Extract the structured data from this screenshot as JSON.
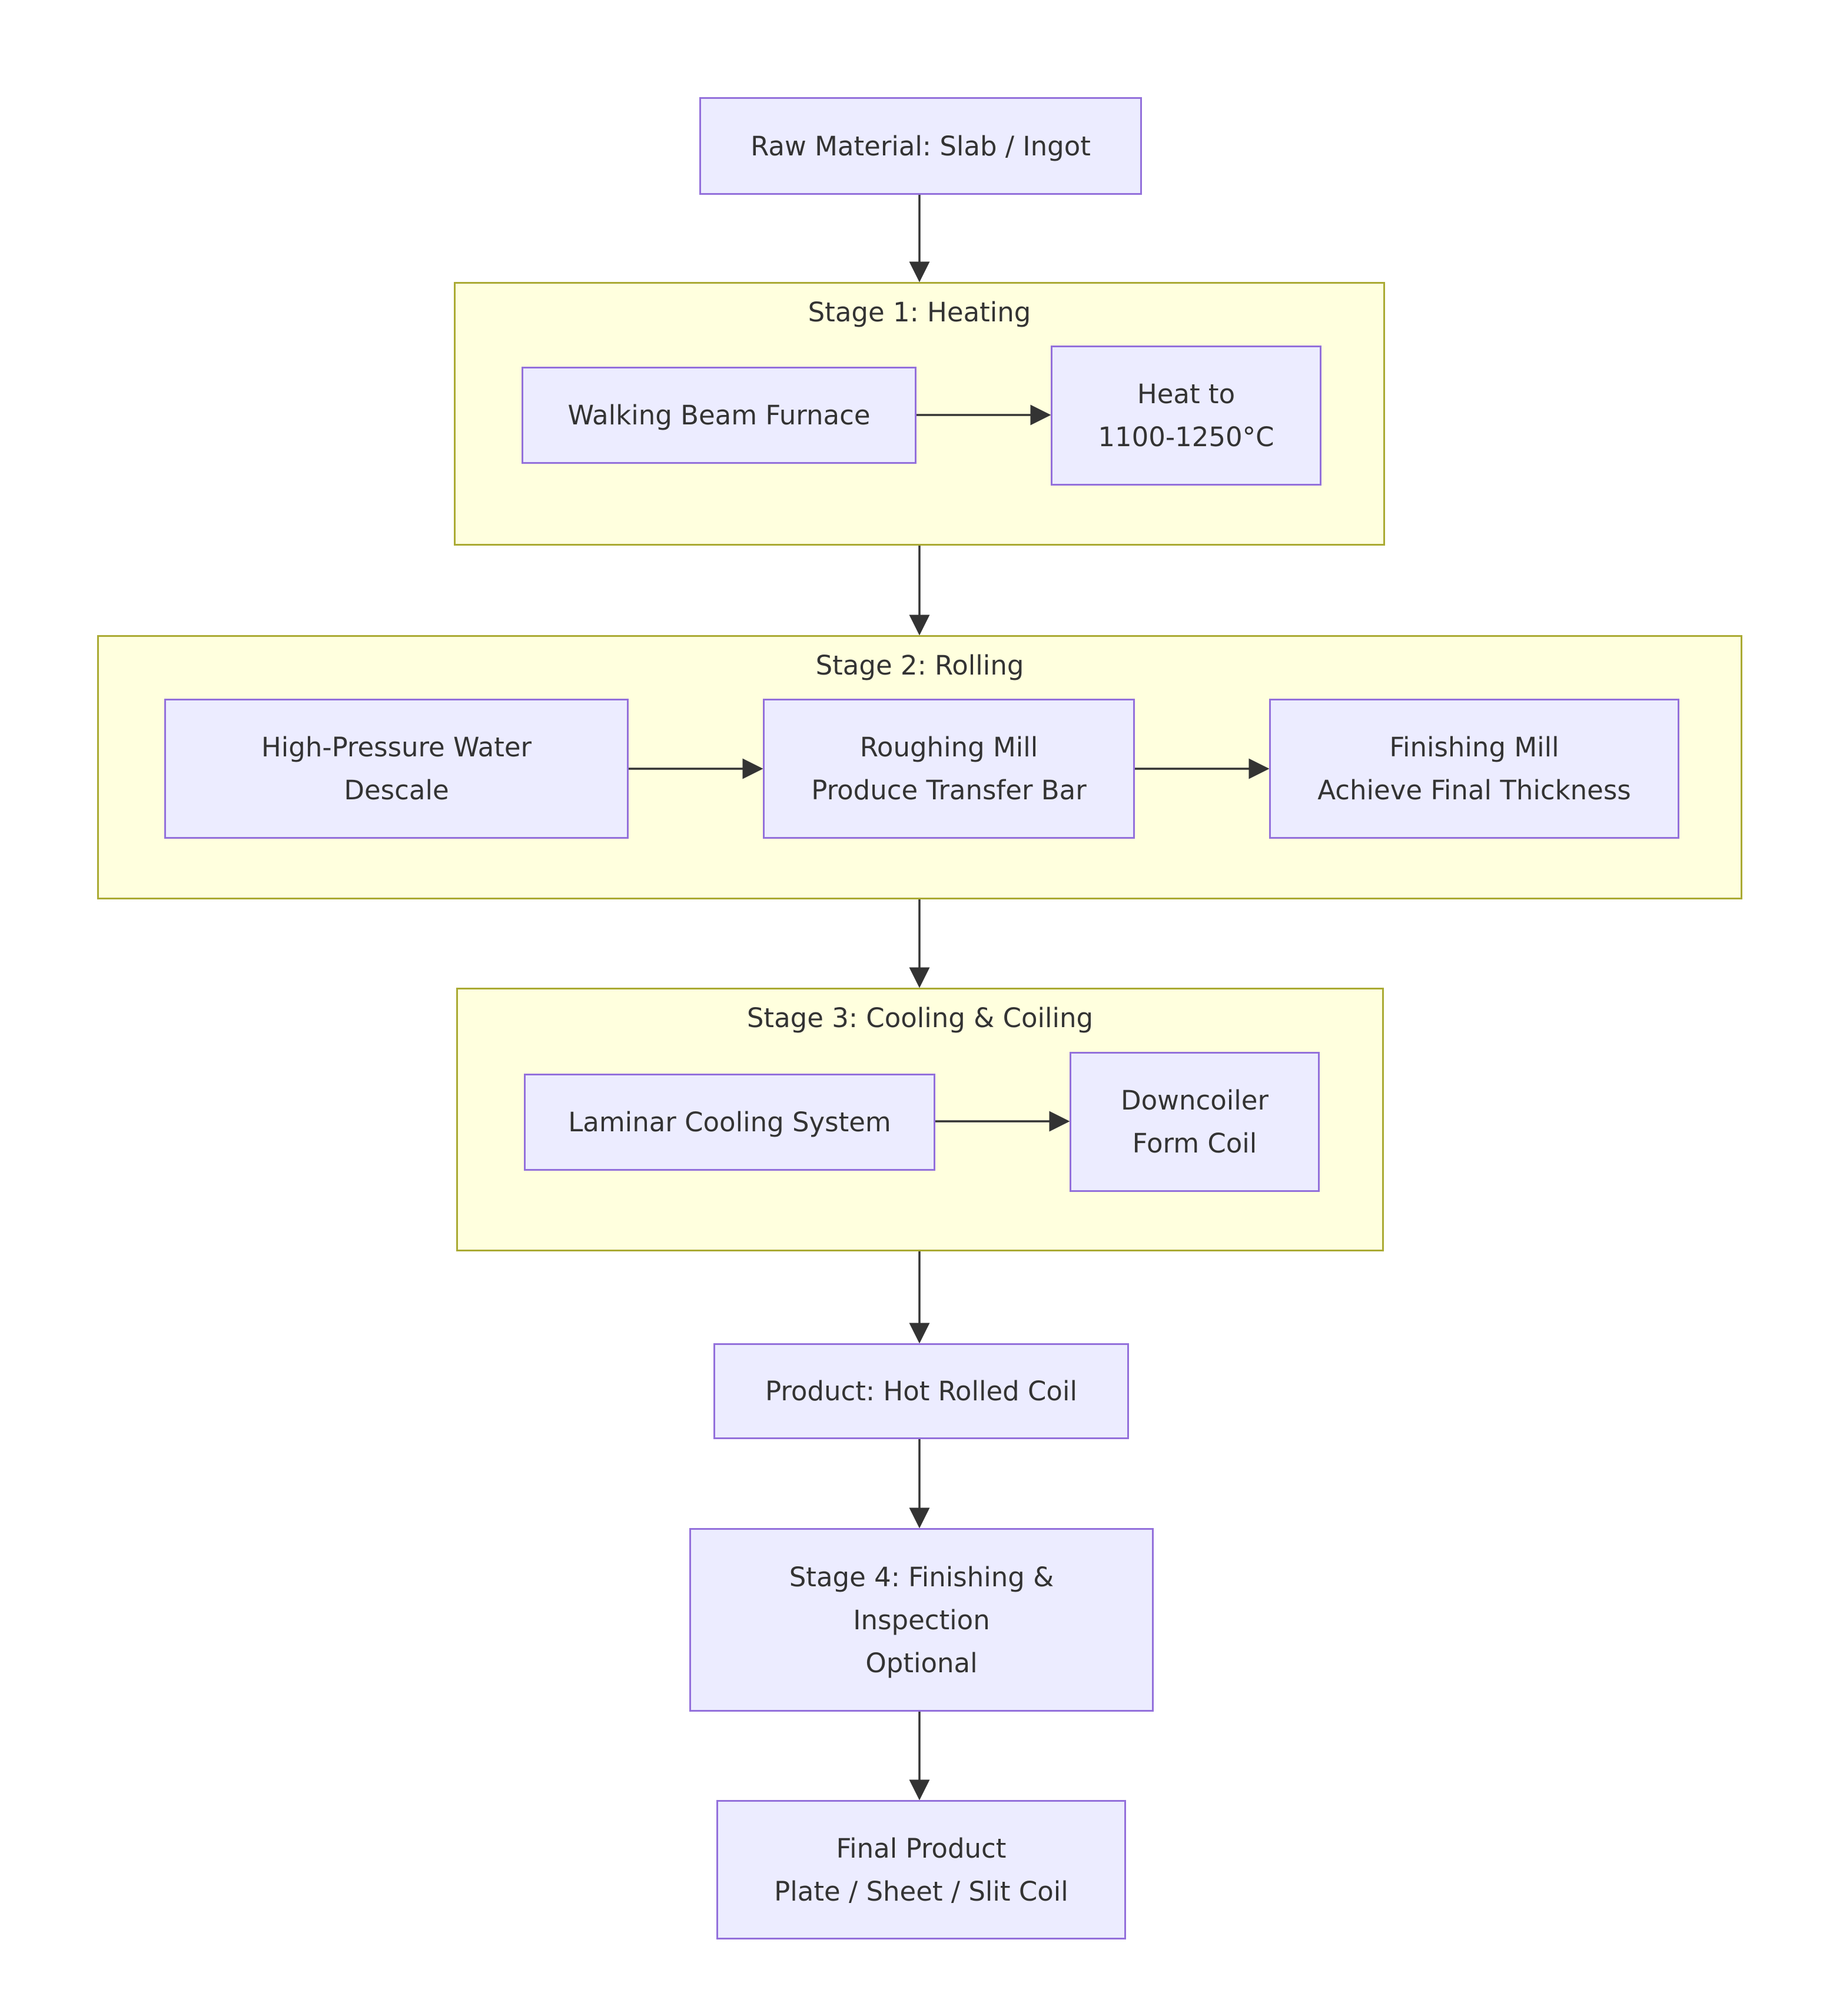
{
  "nodes": {
    "raw_material": "Raw Material: Slab / Ingot",
    "walking_beam": "Walking Beam Furnace",
    "heat_to": "Heat to\n1100-1250°C",
    "descale": "High-Pressure Water\nDescale",
    "roughing_mill": "Roughing Mill\nProduce Transfer Bar",
    "finishing_mill": "Finishing Mill\nAchieve Final Thickness",
    "laminar_cooling": "Laminar Cooling System",
    "downcoiler": "Downcoiler\nForm Coil",
    "hot_rolled_coil": "Product: Hot Rolled Coil",
    "stage4": "Stage 4: Finishing &\nInspection\nOptional",
    "final_product": "Final Product\nPlate / Sheet / Slit Coil"
  },
  "stages": {
    "heating": "Stage 1: Heating",
    "rolling": "Stage 2: Rolling",
    "cooling": "Stage 3: Cooling & Coiling"
  },
  "colors": {
    "node_fill": "#ececff",
    "node_stroke": "#9370db",
    "stage_fill": "#ffffde",
    "stage_stroke": "#aaaa33",
    "edge": "#333333",
    "text": "#333333"
  }
}
